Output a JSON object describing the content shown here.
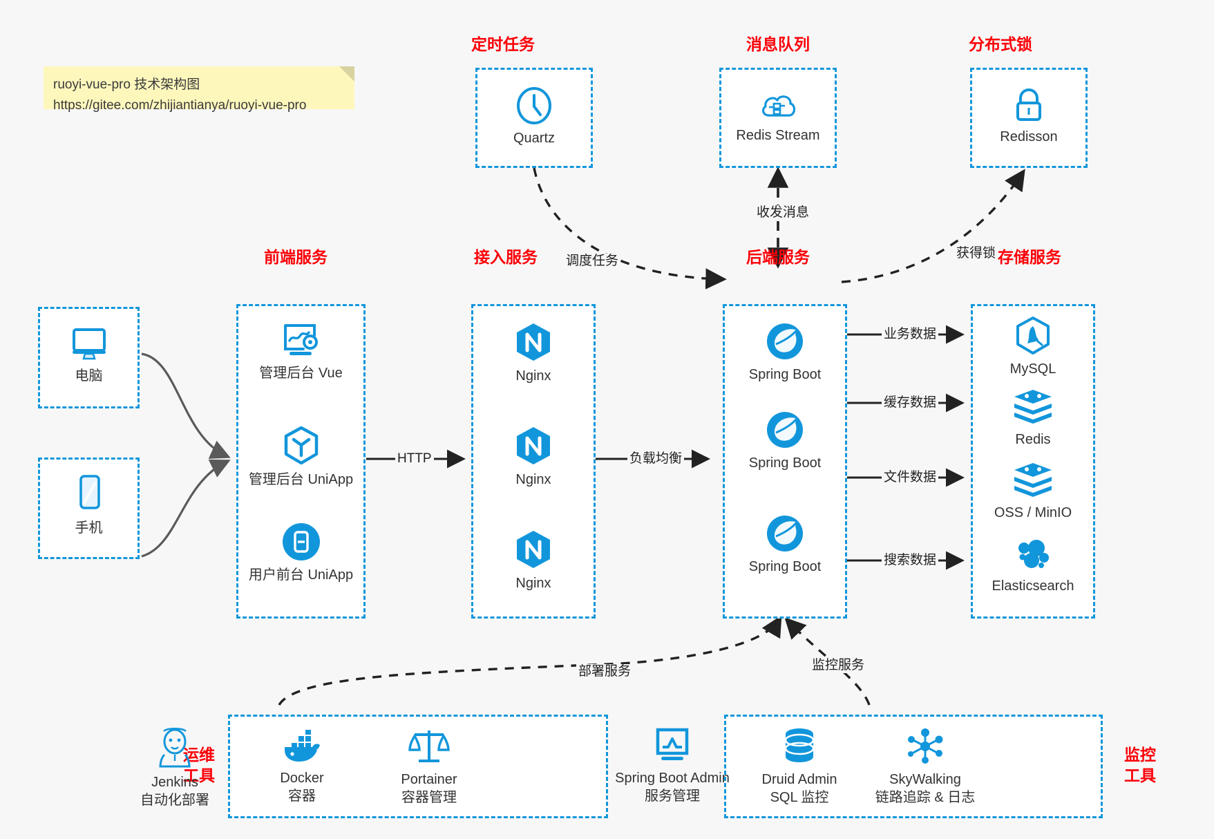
{
  "note": {
    "line1": "ruoyi-vue-pro 技术架构图",
    "line2": "https://gitee.com/zhijiantianya/ruoyi-vue-pro"
  },
  "colors": {
    "accent_blue": "#1296db",
    "title_red": "#fb0007",
    "note_yellow": "#fdf7bc",
    "background": "#f7f7f7",
    "edge_dark": "#222222",
    "edge_gray": "#595959"
  },
  "groups": {
    "scheduled_task": {
      "title": "定时任务",
      "items": [
        {
          "label": "Quartz",
          "icon": "clock-icon"
        }
      ]
    },
    "message_queue": {
      "title": "消息队列",
      "items": [
        {
          "label": "Redis Stream",
          "icon": "cloud-network-icon"
        }
      ]
    },
    "distributed_lock": {
      "title": "分布式锁",
      "items": [
        {
          "label": "Redisson",
          "icon": "lock-icon"
        }
      ]
    },
    "clients": {
      "items": [
        {
          "label": "电脑",
          "icon": "desktop-monitor-icon"
        },
        {
          "label": "手机",
          "icon": "mobile-phone-icon"
        }
      ]
    },
    "frontend": {
      "title": "前端服务",
      "items": [
        {
          "label": "管理后台 Vue",
          "icon": "dashboard-gear-icon"
        },
        {
          "label": "管理后台 UniApp",
          "icon": "hexagon-cube-icon"
        },
        {
          "label": "用户前台 UniApp",
          "icon": "app-window-icon"
        }
      ]
    },
    "gateway": {
      "title": "接入服务",
      "items": [
        {
          "label": "Nginx",
          "icon": "nginx-icon"
        },
        {
          "label": "Nginx",
          "icon": "nginx-icon"
        },
        {
          "label": "Nginx",
          "icon": "nginx-icon"
        }
      ]
    },
    "backend": {
      "title": "后端服务",
      "items": [
        {
          "label": "Spring Boot",
          "icon": "spring-boot-icon"
        },
        {
          "label": "Spring Boot",
          "icon": "spring-boot-icon"
        },
        {
          "label": "Spring Boot",
          "icon": "spring-boot-icon"
        }
      ]
    },
    "storage": {
      "title": "存储服务",
      "items": [
        {
          "label": "MySQL",
          "icon": "mysql-dolphin-icon"
        },
        {
          "label": "Redis",
          "icon": "redis-stack-icon"
        },
        {
          "label": "OSS / MinIO",
          "icon": "redis-stack-icon"
        },
        {
          "label": "Elasticsearch",
          "icon": "elasticsearch-icon"
        }
      ]
    },
    "devops": {
      "title_line1": "运维",
      "title_line2": "工具",
      "items": [
        {
          "label": "Jenkins",
          "sub": "自动化部署",
          "icon": "jenkins-butler-icon"
        },
        {
          "label": "Docker",
          "sub": "容器",
          "icon": "docker-whale-icon"
        },
        {
          "label": "Portainer",
          "sub": "容器管理",
          "icon": "scales-balance-icon"
        }
      ]
    },
    "monitoring": {
      "title_line1": "监控",
      "title_line2": "工具",
      "items": [
        {
          "label": "Spring Boot Admin",
          "sub": "服务管理",
          "icon": "monitor-chart-icon"
        },
        {
          "label": "Druid Admin",
          "sub": "SQL 监控",
          "icon": "database-cylinder-icon"
        },
        {
          "label": "SkyWalking",
          "sub": "链路追踪 & 日志",
          "icon": "network-nodes-icon"
        }
      ]
    }
  },
  "edges": [
    {
      "id": "http",
      "label": "HTTP",
      "from": "frontend",
      "to": "gateway"
    },
    {
      "id": "lb",
      "label": "负载均衡",
      "from": "gateway",
      "to": "backend"
    },
    {
      "id": "schedule",
      "label": "调度任务",
      "from": "scheduled_task",
      "to": "backend"
    },
    {
      "id": "messaging",
      "label": "收发消息",
      "from": "message_queue",
      "to": "backend"
    },
    {
      "id": "acquire-lock",
      "label": "获得锁",
      "from": "backend",
      "to": "distributed_lock"
    },
    {
      "id": "biz-data",
      "label": "业务数据",
      "from": "backend",
      "to": "storage.MySQL"
    },
    {
      "id": "cache-data",
      "label": "缓存数据",
      "from": "backend",
      "to": "storage.Redis"
    },
    {
      "id": "file-data",
      "label": "文件数据",
      "from": "backend",
      "to": "storage.OSS"
    },
    {
      "id": "search-data",
      "label": "搜索数据",
      "from": "backend",
      "to": "storage.Elasticsearch"
    },
    {
      "id": "deploy",
      "label": "部署服务",
      "from": "devops",
      "to": "backend"
    },
    {
      "id": "monitor",
      "label": "监控服务",
      "from": "monitoring",
      "to": "backend"
    }
  ]
}
